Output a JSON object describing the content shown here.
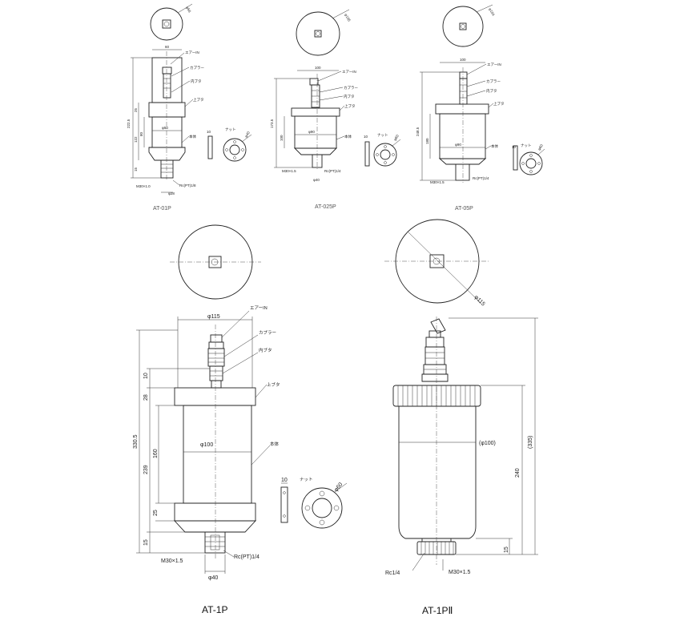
{
  "drawings": {
    "at01p": {
      "caption": "AT-01P",
      "phi_top": "φ56",
      "width": "60",
      "air_in": "エアーIN",
      "coupler": "カプラー",
      "inner_lid": "内ブタ",
      "upper_lid": "上ブタ",
      "body": "本体",
      "total_h": "222.5",
      "h_top": "25",
      "h_mid": "122",
      "h_mid2": "80",
      "h_bot": "15",
      "bore": "φ50",
      "thread": "M30×1.0",
      "port": "Rc(PT)1/8",
      "dia_bottom": "φ28",
      "nut": "ナット",
      "nut_thk": "10",
      "nut_dia": "φ40"
    },
    "at025p": {
      "caption": "AT-025P",
      "phi_top": "φ105",
      "width": "100",
      "air_in": "エアーIN",
      "coupler": "カプラー",
      "inner_lid": "内ブタ",
      "upper_lid": "上ブタ",
      "body": "本体",
      "total_h": "173.5",
      "h_mid": "100",
      "bore": "φ90",
      "thread": "M30×1.5",
      "port": "Rc(PT)1/4",
      "dia_bottom": "φ40",
      "nut": "ナット",
      "nut_thk": "10",
      "nut_dia": "φ60"
    },
    "at05p": {
      "caption": "AT-05P",
      "phi_top": "φ104",
      "width": "100",
      "air_in": "エアーIN",
      "coupler": "カプラー",
      "inner_lid": "内ブタ",
      "upper_lid": "上ブタ",
      "body": "本体",
      "total_h": "248.5",
      "h_mid": "180",
      "bore": "φ90",
      "thread": "M30×1.5",
      "port": "Rc(PT)1/4",
      "nut": "ナット",
      "nut_thk": "10",
      "nut_dia": "φ60"
    },
    "at1p": {
      "caption": "AT-1P",
      "width": "φ115",
      "air_in": "エアーIN",
      "coupler": "カプラー",
      "inner_lid": "内ブタ",
      "upper_lid": "上ブタ",
      "body": "本体",
      "total_h": "330.5",
      "h_body": "239",
      "h_top_sub": "10",
      "h_lid": "28",
      "h_mid": "160",
      "h_lower": "25",
      "h_bot": "15",
      "bore": "φ100",
      "thread": "M30×1.5",
      "port": "Rc(PT)1/4",
      "dia_bottom": "φ40",
      "nut": "ナット",
      "nut_thk": "10",
      "nut_dia": "φ60"
    },
    "at1p2": {
      "caption": "AT-1PⅡ",
      "phi_top": "φ115",
      "total_h": "(335)",
      "h_body": "240",
      "bore": "(φ100)",
      "h_bot": "15",
      "port": "Rc1/4",
      "thread": "M30×1.5"
    }
  }
}
